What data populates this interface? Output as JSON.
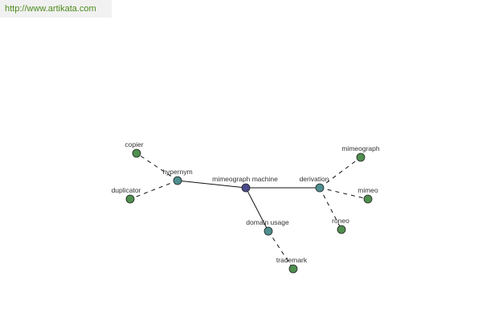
{
  "url": "http://www.artikata.com",
  "graph": {
    "colors": {
      "root": "#4a4a8c",
      "relation": "#4f8f8f",
      "leaf": "#4f8f4f",
      "node_stroke": "#222222",
      "edge": "#111111"
    },
    "nodes": [
      {
        "id": "root",
        "label": "mimeograph machine",
        "kind": "root"
      },
      {
        "id": "hypernym",
        "label": "hypernym",
        "kind": "relation"
      },
      {
        "id": "derivation",
        "label": "derivation",
        "kind": "relation"
      },
      {
        "id": "domain",
        "label": "domain usage",
        "kind": "relation"
      },
      {
        "id": "copier",
        "label": "copier",
        "kind": "leaf"
      },
      {
        "id": "duplicator",
        "label": "duplicator",
        "kind": "leaf"
      },
      {
        "id": "mimeograph",
        "label": "mimeograph",
        "kind": "leaf"
      },
      {
        "id": "mimeo",
        "label": "mimeo",
        "kind": "leaf"
      },
      {
        "id": "roneo",
        "label": "roneo",
        "kind": "leaf"
      },
      {
        "id": "trademark",
        "label": "trademark",
        "kind": "leaf"
      }
    ],
    "edges": [
      {
        "from": "root",
        "to": "hypernym",
        "style": "solid"
      },
      {
        "from": "root",
        "to": "derivation",
        "style": "solid"
      },
      {
        "from": "root",
        "to": "domain",
        "style": "solid"
      },
      {
        "from": "hypernym",
        "to": "copier",
        "style": "dashed"
      },
      {
        "from": "hypernym",
        "to": "duplicator",
        "style": "dashed"
      },
      {
        "from": "derivation",
        "to": "mimeograph",
        "style": "dashed"
      },
      {
        "from": "derivation",
        "to": "mimeo",
        "style": "dashed"
      },
      {
        "from": "derivation",
        "to": "roneo",
        "style": "dashed"
      },
      {
        "from": "domain",
        "to": "trademark",
        "style": "dashed"
      }
    ]
  }
}
